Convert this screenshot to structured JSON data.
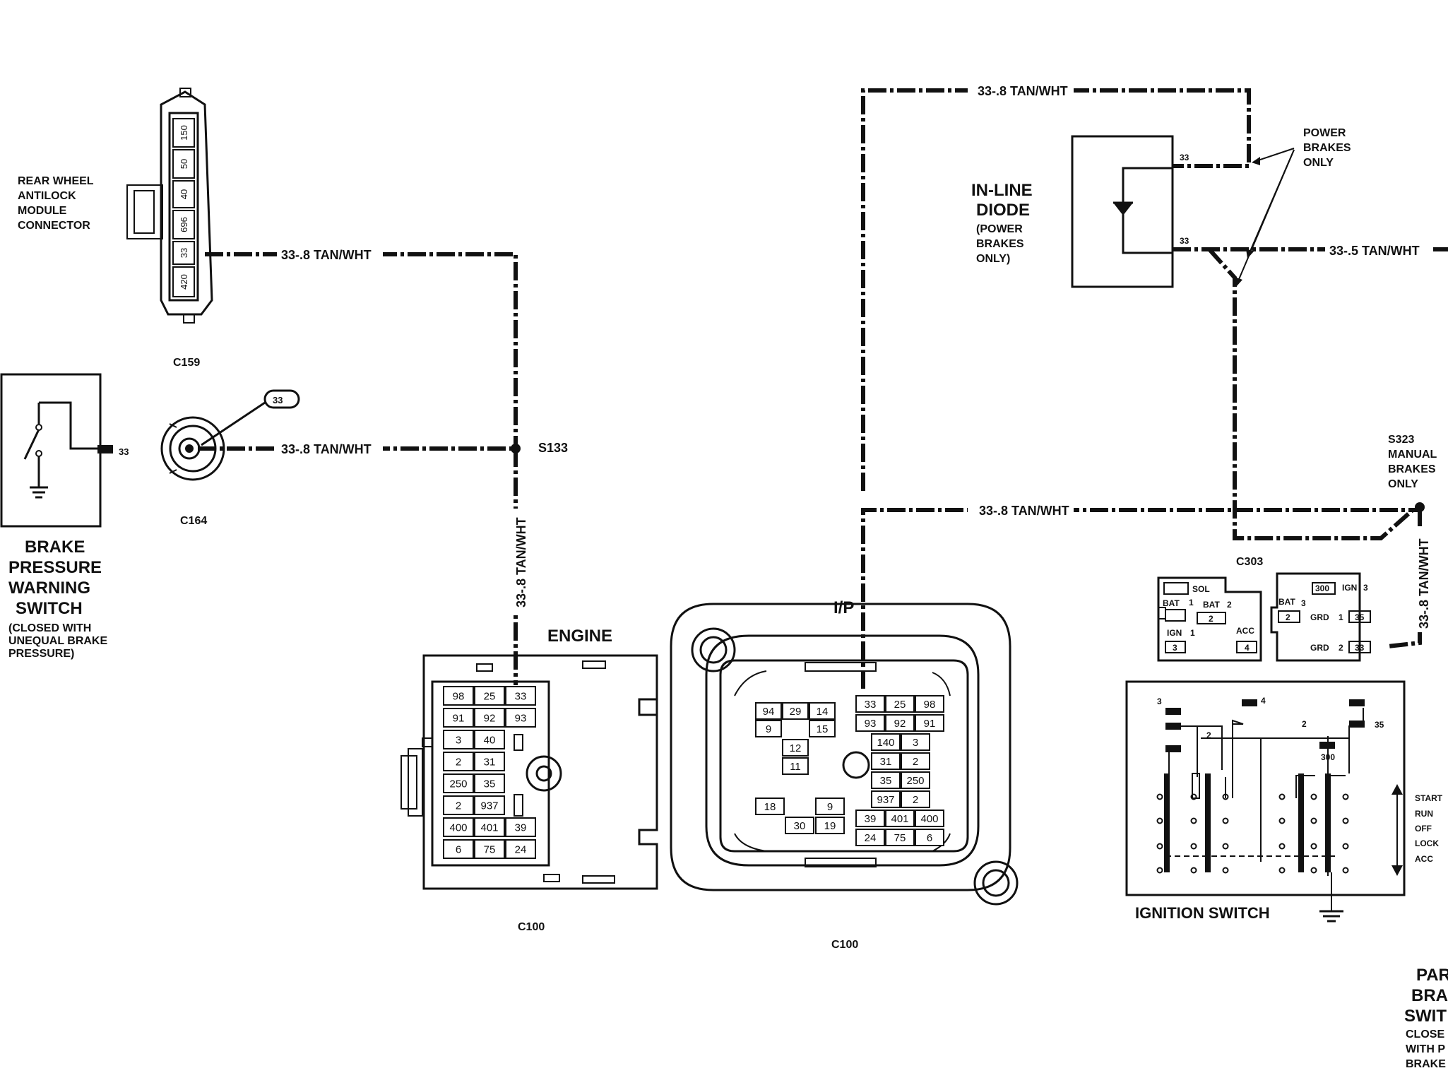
{
  "labels": {
    "wire_tan_wht": "33-.8 TAN/WHT",
    "wire_tan_wht_05": "33-.5 TAN/WHT",
    "rear_wheel": [
      "REAR WHEEL",
      "ANTILOCK",
      "MODULE",
      "CONNECTOR"
    ],
    "c159": "C159",
    "c164": "C164",
    "s133": "S133",
    "circuit_33": "33",
    "brake_switch": [
      "BRAKE",
      "PRESSURE",
      "WARNING",
      "SWITCH"
    ],
    "brake_switch_note": [
      "(CLOSED WITH",
      "UNEQUAL BRAKE",
      "PRESSURE)"
    ],
    "engine": "ENGINE",
    "ip": "I/P",
    "c100": "C100",
    "inline_diode": [
      "IN-LINE",
      "DIODE"
    ],
    "diode_note": [
      "(POWER",
      "BRAKES",
      "ONLY)"
    ],
    "power_brakes_only": [
      "POWER",
      "BRAKES",
      "ONLY"
    ],
    "s323": [
      "S323",
      "MANUAL",
      "BRAKES",
      "ONLY"
    ],
    "c303": "C303",
    "ignition_switch": "IGNITION SWITCH",
    "switch_positions": [
      "START",
      "RUN",
      "OFF",
      "LOCK",
      "ACC"
    ],
    "parking_brake": [
      "PAR",
      "BRA",
      "SWIT"
    ],
    "parking_brake_note": [
      "CLOSE",
      "WITH P",
      "BRAKE"
    ]
  },
  "c159_pins": [
    "150",
    "50",
    "40",
    "696",
    "33",
    "420"
  ],
  "engine_c100_cells": [
    [
      "98",
      "25",
      "33"
    ],
    [
      "91",
      "92",
      "93"
    ],
    [
      "3",
      "40"
    ],
    [
      "2",
      "31"
    ],
    [
      "250",
      "35"
    ],
    [
      "2",
      "937"
    ],
    [
      "400",
      "401",
      "39"
    ],
    [
      "6",
      "75",
      "24"
    ]
  ],
  "ip_c100_left": [
    "94",
    "29",
    "14",
    "9",
    "15",
    "12",
    "11"
  ],
  "ip_c100_left2": [
    "18",
    "9",
    "30",
    "19"
  ],
  "ip_c100_right": [
    [
      "33",
      "25",
      "98"
    ],
    [
      "93",
      "92",
      "91"
    ],
    [
      "140",
      "3"
    ],
    [
      "31",
      "2"
    ],
    [
      "35",
      "250"
    ],
    [
      "937",
      "2"
    ],
    [
      "39",
      "401",
      "400"
    ],
    [
      "24",
      "75",
      "6"
    ]
  ],
  "c303_left": {
    "sol": "SOL",
    "bat1": "BAT",
    "bat1_n": "1",
    "bat2": "BAT",
    "bat2_n": "2",
    "bat2_val": "2",
    "ign1": "IGN",
    "ign1_n": "1",
    "acc": "ACC",
    "val3": "3",
    "val4": "4"
  },
  "c303_right": {
    "val300": "300",
    "ign3": "IGN",
    "ign3_n": "3",
    "bat3": "BAT",
    "bat3_n": "3",
    "val2": "2",
    "grd1": "GRD",
    "grd1_n": "1",
    "val35": "35",
    "grd2": "GRD",
    "grd2_n": "2",
    "val33": "33"
  },
  "ign_terminals": [
    "3",
    "4",
    "2",
    "2",
    "35",
    "300"
  ]
}
